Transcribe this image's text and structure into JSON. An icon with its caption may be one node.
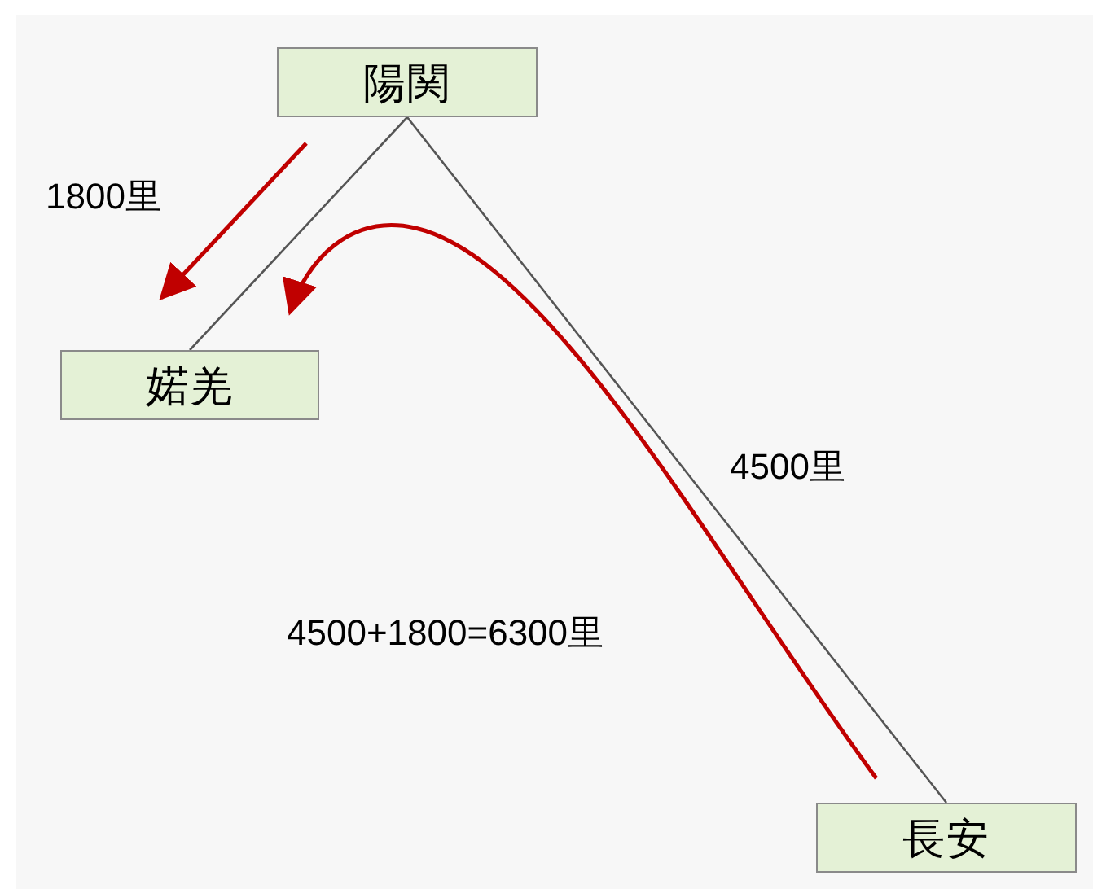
{
  "diagram": {
    "nodes": [
      {
        "text": [
          "陽関"
        ]
      },
      {
        "text": [
          "婼羌"
        ]
      },
      {
        "text": [
          "長安"
        ]
      }
    ],
    "edges": [
      {
        "from": 0,
        "to": 1,
        "arrow": "none"
      },
      {
        "from": 0,
        "to": 2,
        "arrow": "none"
      }
    ],
    "labels": [
      "1800里",
      "4500里",
      "4500+1800=6300里"
    ]
  }
}
